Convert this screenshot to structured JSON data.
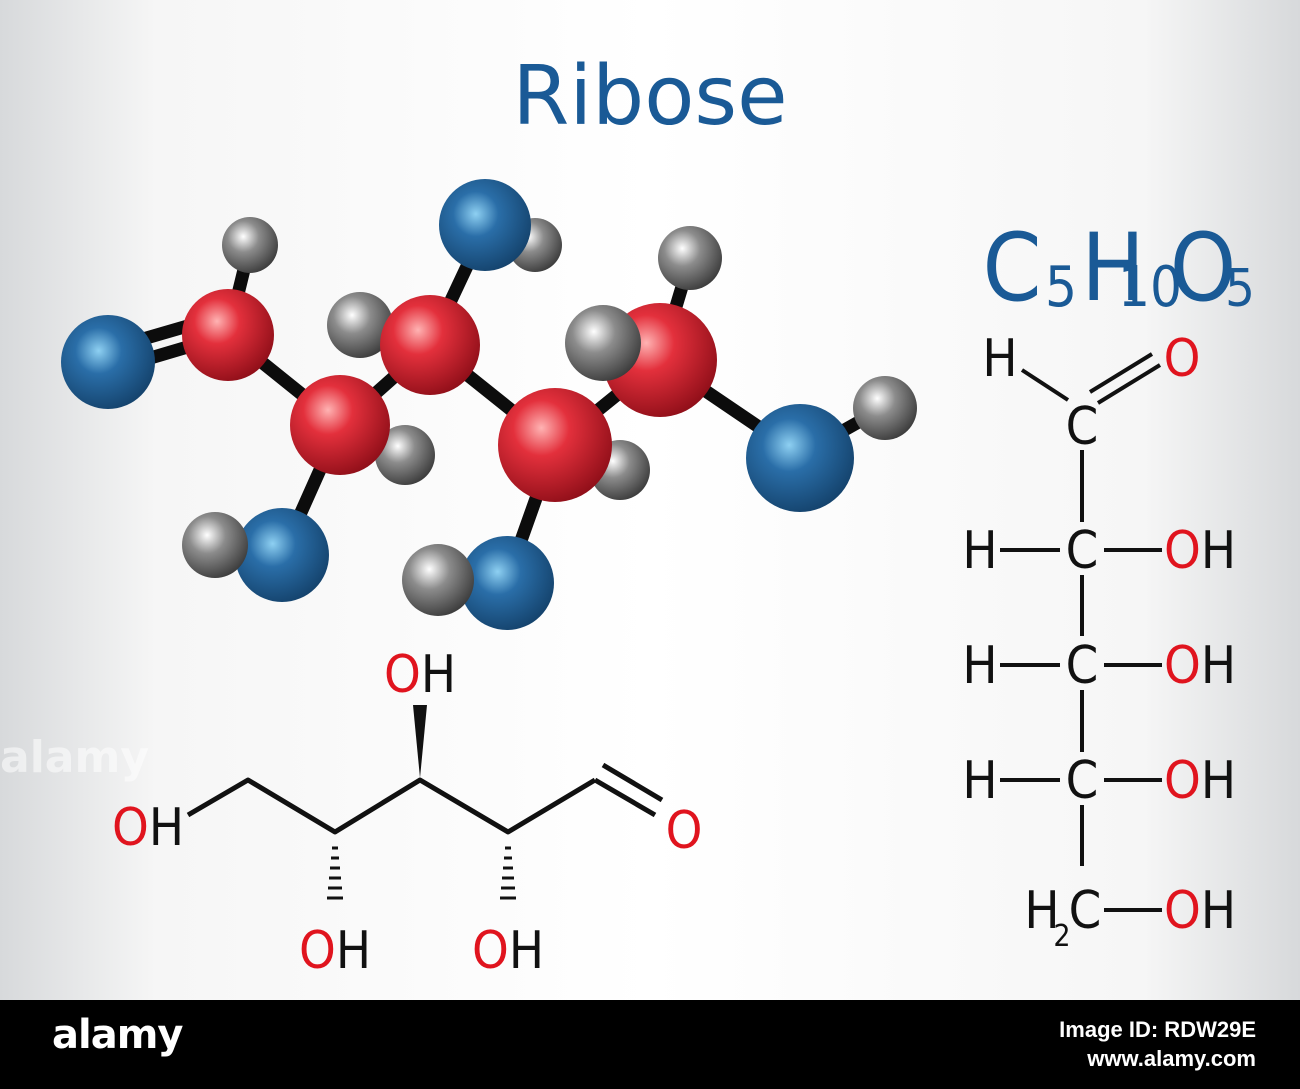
{
  "title": "Ribose",
  "formula": {
    "c": "C",
    "c_n": "5",
    "h": "H",
    "h_n": "10",
    "o": "O",
    "o_n": "5"
  },
  "skeletal": {
    "oh_top": "OH",
    "oh_left": "OH",
    "oh_b1": "OH",
    "oh_b2": "OH",
    "o_ald": "O"
  },
  "fischer": {
    "top_h": "H",
    "top_o": "O",
    "top_c": "C",
    "rows": [
      {
        "h": "H",
        "c": "C",
        "oh": "OH"
      },
      {
        "h": "H",
        "c": "C",
        "oh": "OH"
      },
      {
        "h": "H",
        "c": "C",
        "oh": "OH"
      }
    ],
    "bottom_h": "H",
    "bottom_sub": "2",
    "bottom_c": "C",
    "bottom_oh": "OH"
  },
  "footer": {
    "logo": "alamy",
    "image_id": "Image ID: RDW29E",
    "url": "www.alamy.com"
  },
  "watermark": "alamy",
  "colors": {
    "title": "#1a5a96",
    "carbon": "#d42030",
    "oxygen": "#1e5a90",
    "hydrogen": "#6a6a6a",
    "text": "#111111",
    "red_text": "#e0141e"
  }
}
